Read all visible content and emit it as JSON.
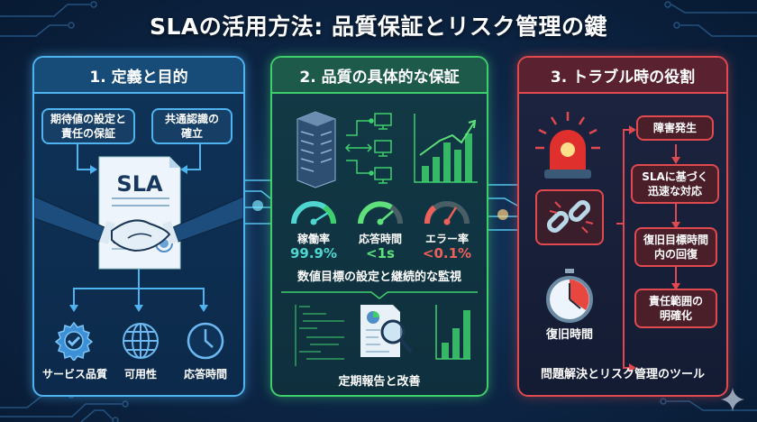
{
  "title": "SLAの活用方法: 品質保証とリスク管理の鍵",
  "panels": {
    "definition": {
      "heading": "1. 定義と目的",
      "boxes": [
        "期待値の設定と\n責任の保証",
        "共通認識の\n確立"
      ],
      "box1_line1": "期待値の設定と",
      "box1_line2": "責任の保証",
      "box2_line1": "共通認識の",
      "box2_line2": "確立",
      "document_label": "SLA",
      "icons": [
        {
          "icon": "gear-check-icon",
          "label": "サービス品質"
        },
        {
          "icon": "globe-icon",
          "label": "可用性"
        },
        {
          "icon": "clock-icon",
          "label": "応答時間"
        }
      ],
      "accent": "#4fb3f0"
    },
    "quality": {
      "heading": "2. 品質の具体的な保証",
      "gauges": [
        {
          "label": "稼働率",
          "value": "99.9%",
          "color": "#4fd6d0"
        },
        {
          "label": "応答時間",
          "value": "<1s",
          "color": "#5ee07a"
        },
        {
          "label": "エラー率",
          "value": "<0.1%",
          "color": "#f0605a"
        }
      ],
      "monitoring_caption": "数値目標の設定と継続的な監視",
      "report_caption": "定期報告と改善",
      "accent": "#3ecf6d"
    },
    "trouble": {
      "heading": "3. トラブル時の役割",
      "flow": [
        {
          "line1": "障害発生",
          "line2": ""
        },
        {
          "line1": "SLAに基づく",
          "line2": "迅速な対応"
        },
        {
          "line1": "復旧目標時間",
          "line2": "内の回復"
        },
        {
          "line1": "責任範囲の",
          "line2": "明確化"
        }
      ],
      "stopwatch_label": "復旧時間",
      "footer": "問題解決とリスク管理のツール",
      "accent": "#e0494e"
    }
  }
}
